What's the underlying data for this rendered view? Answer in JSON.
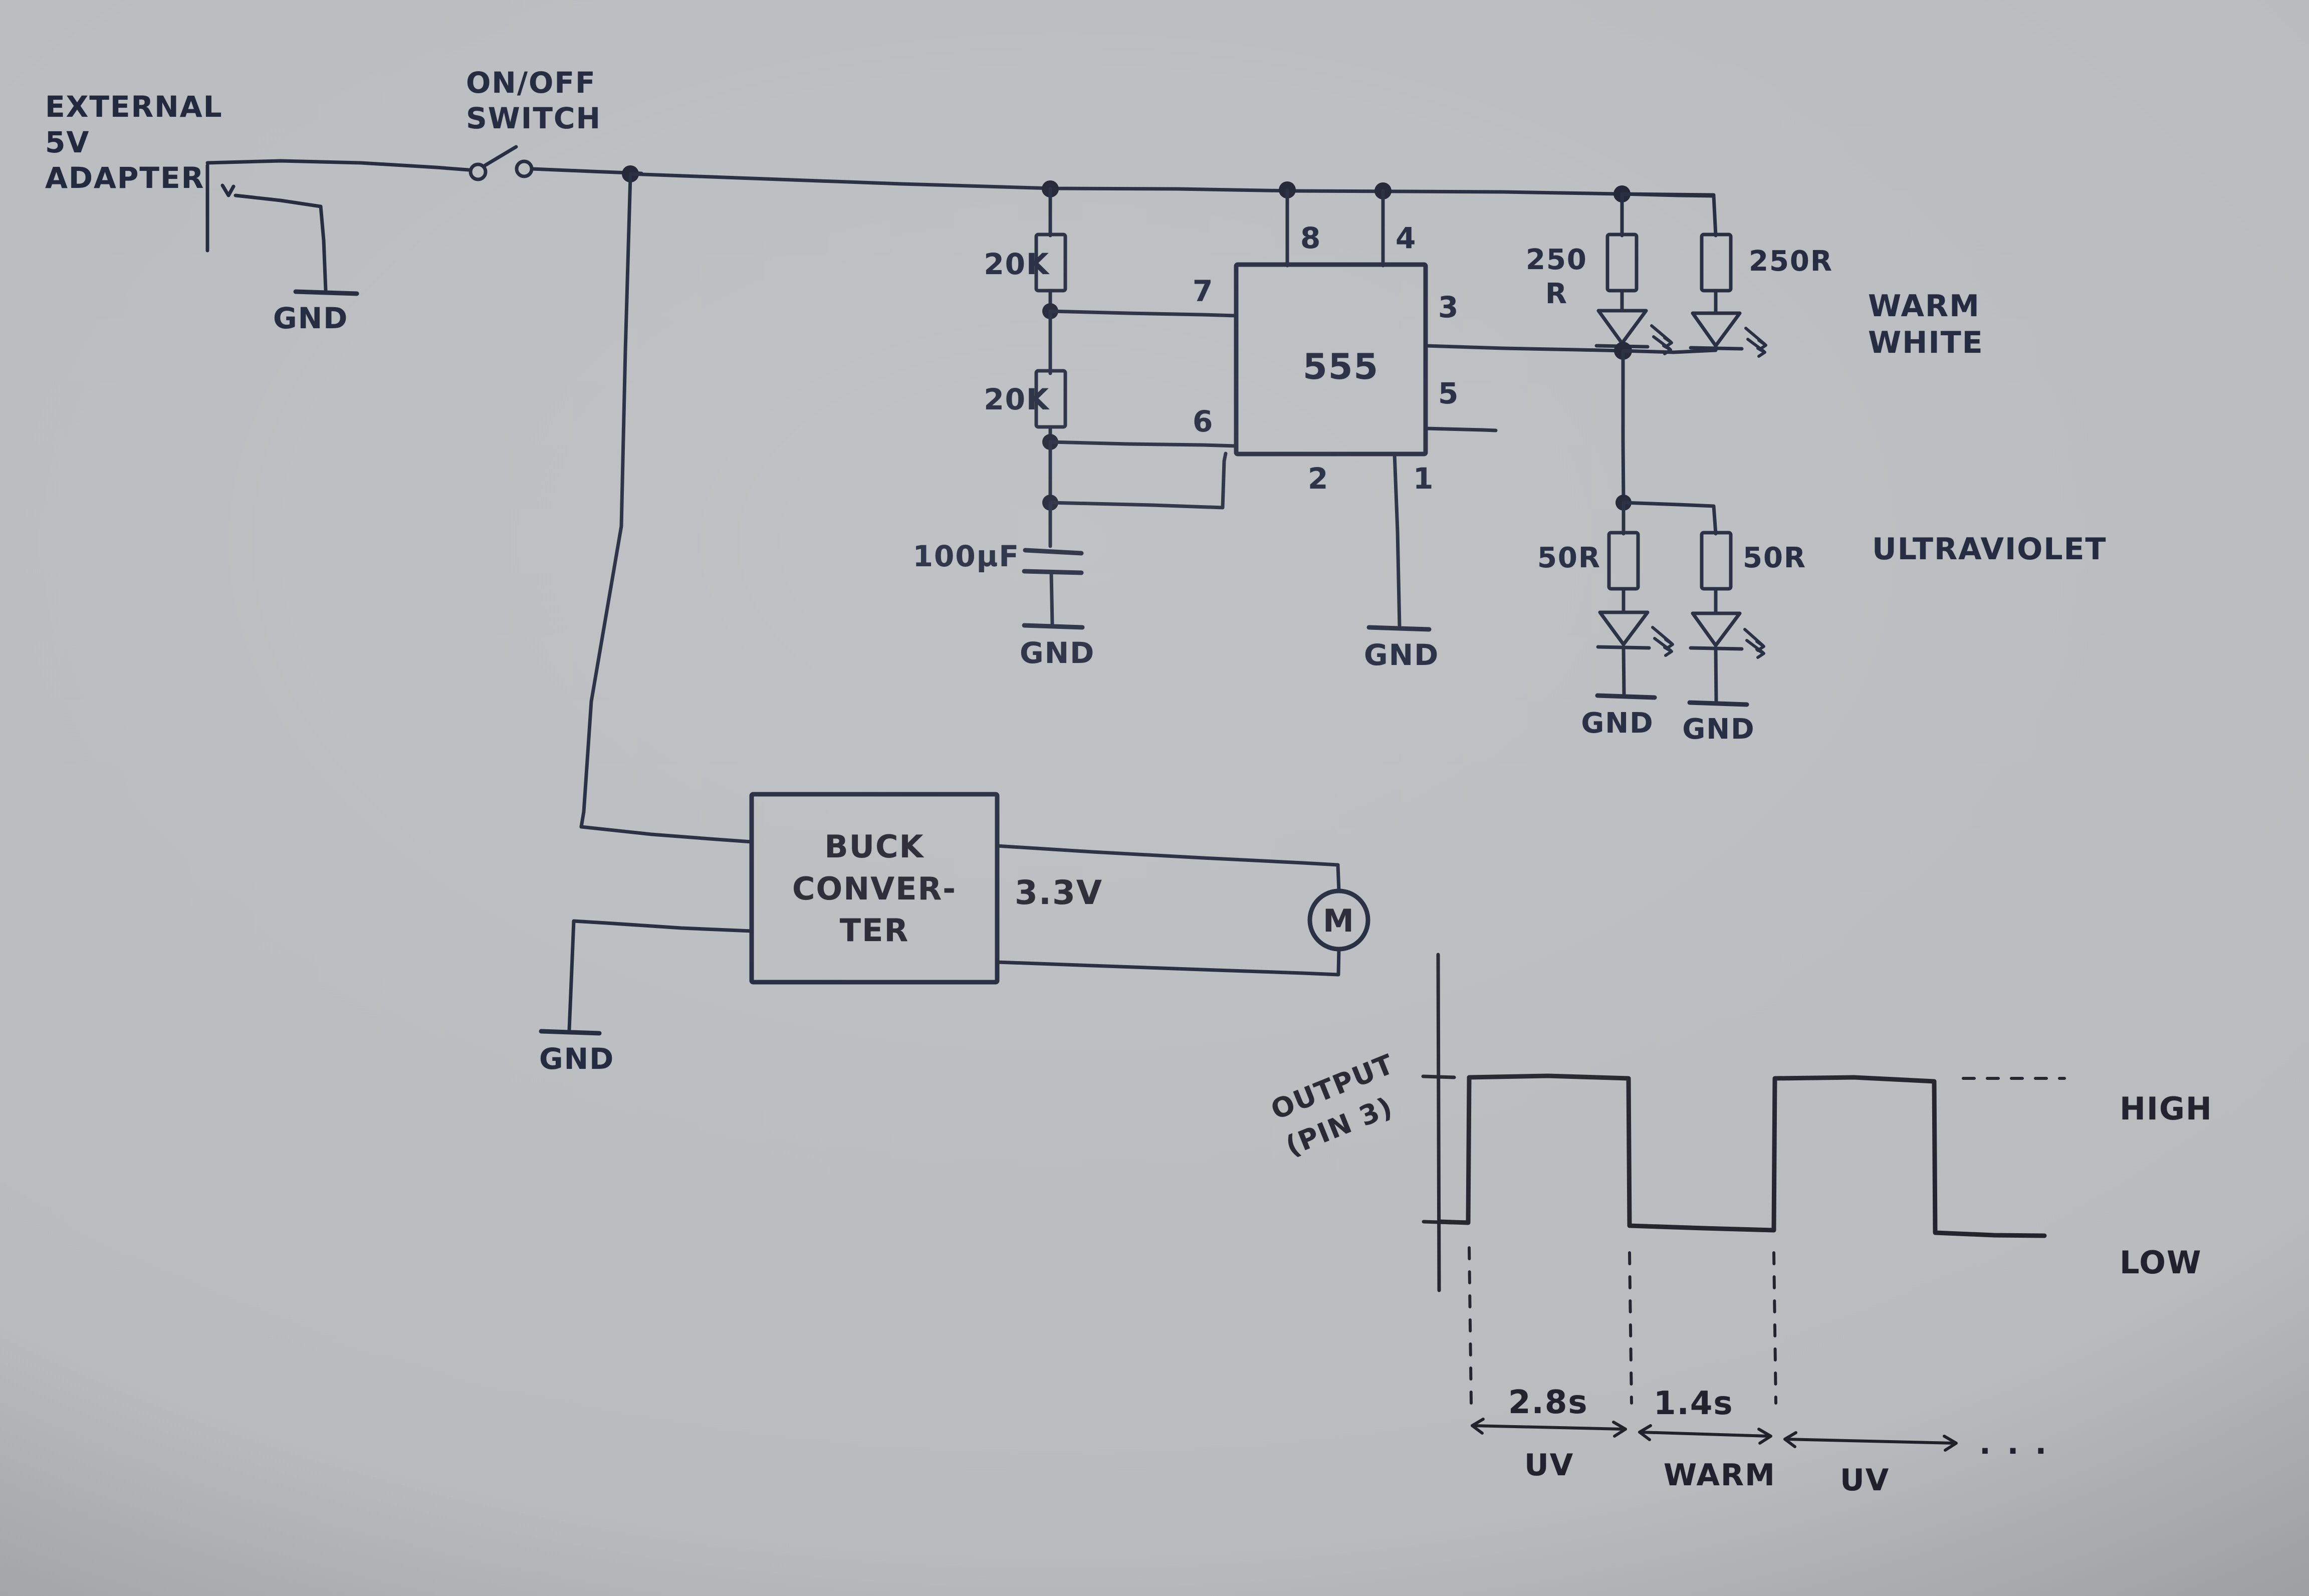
{
  "title": "Hand-drawn 555 timer UV / warm-white LED circuit with buck converter and output waveform",
  "power": {
    "source_label": "EXTERNAL\n5V\nADAPTER",
    "gnd_label": "GND",
    "switch_label": "ON/OFF\nSWITCH"
  },
  "timer": {
    "chip_label": "555",
    "pins": {
      "p1": "1",
      "p2": "2",
      "p3": "3",
      "p4": "4",
      "p5": "5",
      "p6": "6",
      "p7": "7",
      "p8": "8"
    },
    "r1": "20K",
    "r2": "20K",
    "cap": "100µF",
    "cap_gnd": "GND",
    "chip_gnd": "GND"
  },
  "leds": {
    "warm_r1": "250\nR",
    "warm_r2": "250R",
    "warm_label": "WARM\nWHITE",
    "uv_r1": "50R",
    "uv_r2": "50R",
    "uv_label": "ULTRAVIOLET",
    "uv_gnd_1": "GND",
    "uv_gnd_2": "GND"
  },
  "buck": {
    "box_label": "BUCK\nCONVER-\nTER",
    "out_voltage": "3.3V",
    "motor_label": "M",
    "gnd_label": "GND"
  },
  "chart_data": {
    "type": "line",
    "title": "OUTPUT\n(PIN 3)",
    "ylabel": "OUTPUT (PIN 3)",
    "xlabel": "",
    "level_labels": [
      "HIGH",
      "LOW"
    ],
    "high_label": "HIGH",
    "low_label": "LOW",
    "continuation": "· · ·",
    "axis_levels": {
      "high": "HIGH",
      "low": "LOW"
    },
    "segments": [
      {
        "state": "HIGH",
        "duration_s": 2.8,
        "duration_label": "2.8s",
        "phase": "UV"
      },
      {
        "state": "LOW",
        "duration_s": 1.4,
        "duration_label": "1.4s",
        "phase": "WARM"
      },
      {
        "state": "HIGH",
        "duration_s": 2.8,
        "duration_label": "",
        "phase": "UV"
      }
    ],
    "durations": [
      "2.8s",
      "1.4s"
    ],
    "phases": [
      "UV",
      "WARM",
      "UV"
    ],
    "x": [
      0,
      0,
      2.8,
      2.8,
      4.2,
      4.2,
      7.0,
      7.0,
      8.4
    ],
    "y": [
      "LOW",
      "HIGH",
      "HIGH",
      "LOW",
      "LOW",
      "HIGH",
      "HIGH",
      "LOW",
      "LOW"
    ],
    "grid": false,
    "legend": "none"
  }
}
